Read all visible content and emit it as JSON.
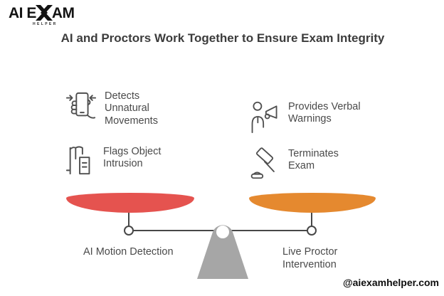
{
  "logo": {
    "prefix": "AI E",
    "suffix": "AM",
    "subtext": "HELPER"
  },
  "title": "AI and Proctors Work Together to Ensure Exam Integrity",
  "features": [
    {
      "id": "detects-movements",
      "label": "Detects\nUnnatural\nMovements"
    },
    {
      "id": "flags-intrusion",
      "label": "Flags Object\nIntrusion"
    },
    {
      "id": "verbal-warnings",
      "label": "Provides Verbal\nWarnings"
    },
    {
      "id": "terminates-exam",
      "label": "Terminates\nExam"
    }
  ],
  "scale": {
    "left_label": "AI Motion Detection",
    "right_label": "Live Proctor\nIntervention",
    "left_pan_color": "#E5534F",
    "right_pan_color": "#E5892F",
    "fulcrum_color": "#A6A6A6",
    "beam_color": "#474747"
  },
  "watermark": "@aiexamhelper.com"
}
